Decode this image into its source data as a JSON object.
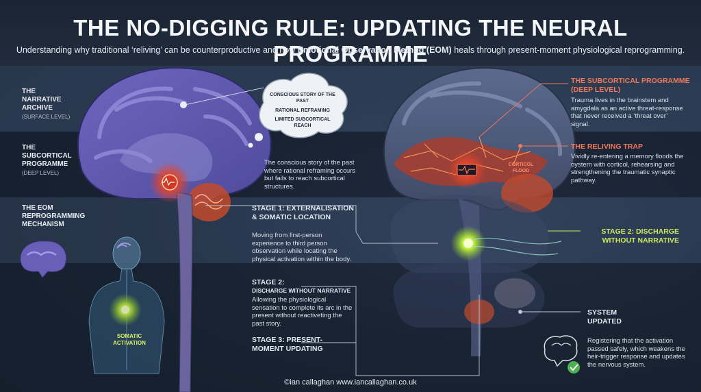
{
  "header": {
    "title": "THE NO-DIGGING RULE: UPDATING THE NEURAL PROGRAMME",
    "subtitle_pre": "Understanding why traditional ‘reliving’ can be counterproductive and how ",
    "subtitle_bold": "Emotional Observation Method (EOM)",
    "subtitle_post": " heals through present-moment physiological reprogramming."
  },
  "left_labels": {
    "archive": "THE NARRATIVE ARCHIVE",
    "archive_sub": "(SURFACE LEVEL)",
    "subcortical": "THE SUBCORTICAL PROGRAMME",
    "subcortical_sub": "(DEEP LEVEL)",
    "eom": "THE EOM REPROGRAMMING MECHANISM"
  },
  "cloud": {
    "line1": "CONSCIOUS STORY OF THE PAST",
    "line2": "RATIONAL REFRAMING",
    "line3": "LIMITED SUBCORTICAL REACH"
  },
  "left_brain_note": "The conscious story of the past where rational reframing occurs but fails to reach subcortical structures.",
  "body_label": "SOMATIC ACTIVATION",
  "right": {
    "subcortical_title": "THE SUBCORTICAL PROGRAMME (DEEP LEVEL)",
    "subcortical_text": "Trauma lives in the brainstem and amygdala as an active threat-response that never received a ‘threat over’ signal.",
    "trap_title": "THE RELIVING TRAP",
    "trap_text": "Vividly re-entering a memory floods the oystem with corticol, rehearsing and strengthening the traumatic synaptic pathway.",
    "cortical_flood": "CORTICOL FLOOD",
    "stage2_right": "STAGE 2: DISCHARGE WITHOUT NARRATIVE",
    "system_updated": "SYSTEM UPDATED",
    "system_text": "Registering that the activation passed safely, which weakens the heir-trigger response and updates the nervous system."
  },
  "stages": {
    "s1_title": "STAGE 1: EXTERNALISATION & SOMATIC LOCATION",
    "s1_text": "Moving from first-person experience to third person observation while locating the physical activation within the body.",
    "s2_title": "STAGE 2:",
    "s2_sub": "DISCHARGE WITHOUT NARRATIVE",
    "s2_text": "Allowing the physiological sensation to complete its arc in the present without reactiveting the past story.",
    "s3_title": "STAGE 3: PRESENT-MOMENT UPDATING"
  },
  "footer": "©ian callaghan www.iancallaghan.co.uk",
  "colors": {
    "accent_red": "#f0785a",
    "accent_green": "#c9e85a",
    "brain_purple": "#8a7fd0",
    "background": "#1f2b3d"
  },
  "icons": [
    "brain-icon",
    "checkmark-icon",
    "heartbeat-icon"
  ]
}
